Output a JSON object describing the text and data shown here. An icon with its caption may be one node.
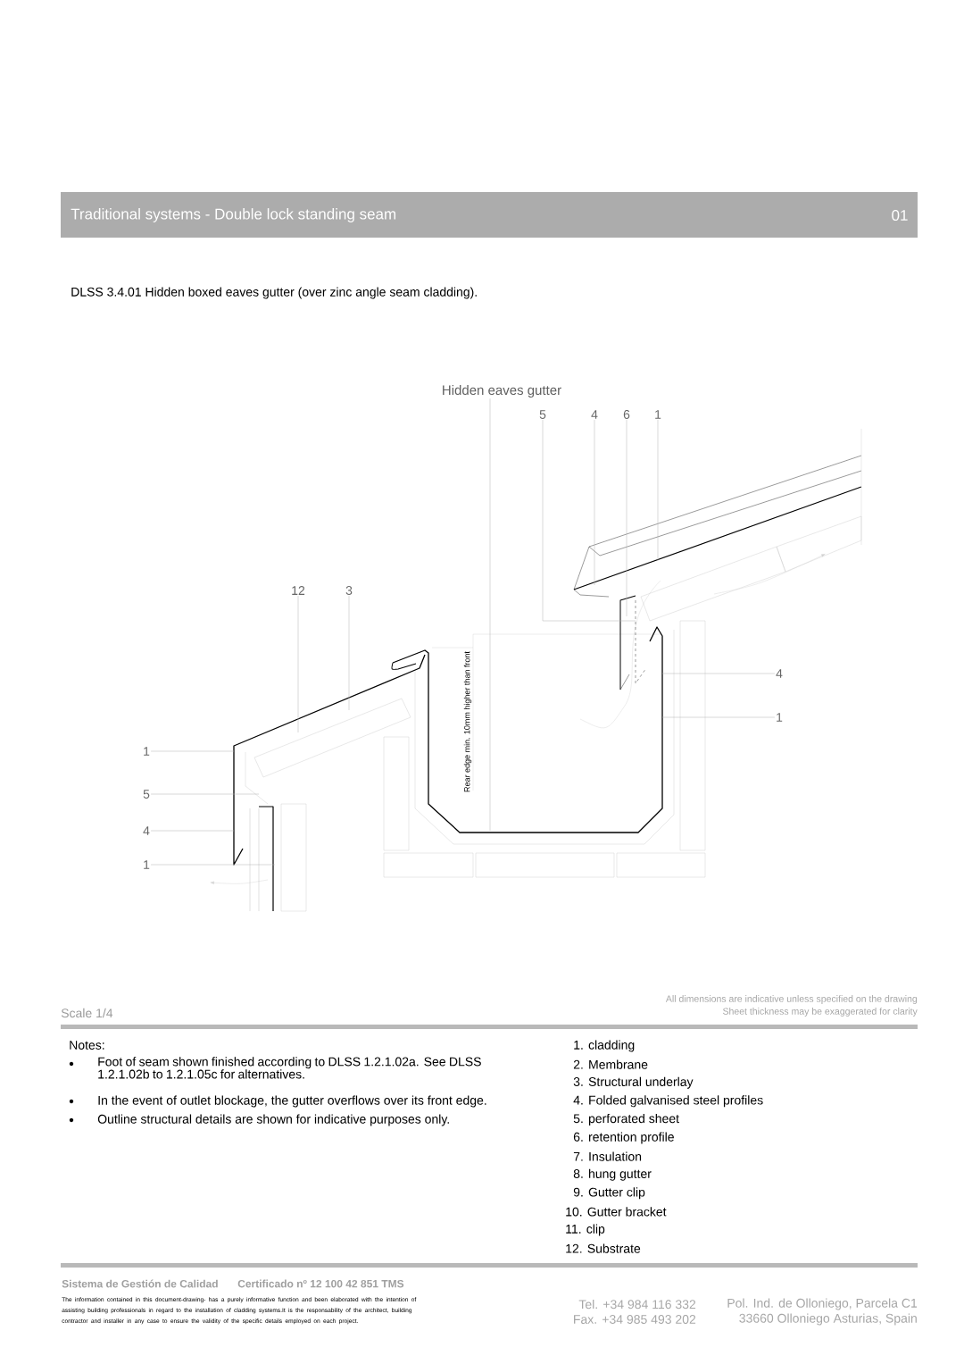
{
  "diagram": {
    "title": "Traditional systems - Double lock standing seam",
    "nodes": [
      {
        "text": [
          "Hidden eaves gutter"
        ]
      },
      {
        "text": [
          "5"
        ]
      },
      {
        "text": [
          "4"
        ]
      },
      {
        "text": [
          "6"
        ]
      },
      {
        "text": [
          "1"
        ]
      },
      {
        "text": [
          "12"
        ]
      },
      {
        "text": [
          "3"
        ]
      },
      {
        "text": [
          "1"
        ]
      },
      {
        "text": [
          "5"
        ]
      },
      {
        "text": [
          "4"
        ]
      },
      {
        "text": [
          "1"
        ]
      },
      {
        "text": [
          "4"
        ]
      },
      {
        "text": [
          "1"
        ]
      }
    ],
    "edges": [
      {
        "from": 0,
        "to": null,
        "arrow": "none"
      },
      {
        "from": 1,
        "to": null,
        "arrow": "none"
      },
      {
        "from": 2,
        "to": null,
        "arrow": "none"
      },
      {
        "from": 3,
        "to": null,
        "arrow": "none"
      },
      {
        "from": 4,
        "to": null,
        "arrow": "none"
      },
      {
        "from": 5,
        "to": null,
        "arrow": "none"
      },
      {
        "from": 6,
        "to": null,
        "arrow": "none"
      },
      {
        "from": 7,
        "to": null,
        "arrow": "none"
      },
      {
        "from": 8,
        "to": null,
        "arrow": "none"
      },
      {
        "from": 9,
        "to": null,
        "arrow": "none"
      },
      {
        "from": 10,
        "to": null,
        "arrow": "none"
      },
      {
        "from": 11,
        "to": null,
        "arrow": "none"
      },
      {
        "from": 12,
        "to": null,
        "arrow": "none"
      }
    ],
    "labels": [
      "01",
      "DLSS 3.4.01 Hidden boxed eaves gutter (over zinc angle seam cladding).",
      "Rear edge min. 10mm higher than front",
      "Scale 1/4",
      "All dimensions are indicative unless specified on the drawing",
      "Sheet thickness may be exaggerated for clarity",
      "Notes:",
      "Foot of seam shown finished according to DLSS 1.2.1.02a. See DLSS 1.2.1.02b to 1.2.1.05c for alternatives.",
      "In the event of outlet blockage, the gutter overflows over its front edge.",
      "Outline structural details are shown for indicative purposes only.",
      "1. cladding",
      "2. Membrane",
      "3. Structural underlay",
      "4. Folded galvanised steel profiles",
      "5. perforated sheet",
      "6. retention profile",
      "7. Insulation",
      "8. hung gutter",
      "9. Gutter clip",
      "10. Gutter bracket",
      "11. clip",
      "12. Substrate",
      "Sistema de Gestión de Calidad",
      "Certificado nº 12 100 42 851 TMS",
      "The information contained in this document-drawing- has a purely informative function and been elaborated with the intention of assisting building professionals in regard to the installation of cladding systems.It is the responsability of the architect, building contractor and installer in any case to ensure the validity of the specific details employed on each project.",
      "Tel. +34 984 116 332",
      "Fax. +34 985 493 202",
      "Pol. Ind. de Olloniego, Parcela C1",
      "33660 Olloniego Asturias, Spain"
    ]
  }
}
